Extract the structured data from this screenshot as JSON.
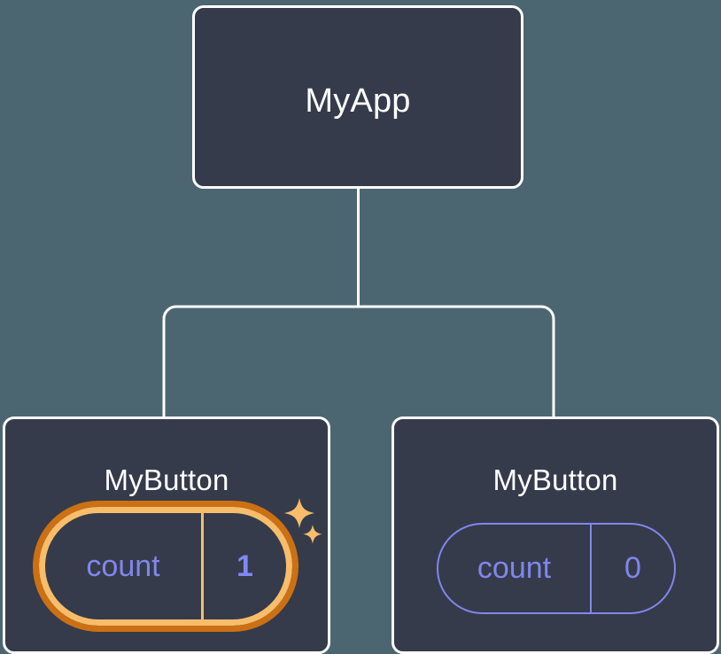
{
  "diagram": {
    "type": "component-tree",
    "background_color": "#4c6671",
    "node_fill": "#353b4a",
    "node_border": "#ffffff",
    "edge_color": "#ffffff",
    "accent_highlight": "#f8bd6b",
    "accent_highlight_glow": "#cb7014",
    "accent_state": "#8186ec",
    "root": {
      "label": "MyApp"
    },
    "children": [
      {
        "label": "MyButton",
        "state": {
          "key": "count",
          "value": "1"
        },
        "highlighted": true,
        "sparkle_icons": [
          "sparkle-large-icon",
          "sparkle-small-icon"
        ]
      },
      {
        "label": "MyButton",
        "state": {
          "key": "count",
          "value": "0"
        },
        "highlighted": false,
        "sparkle_icons": []
      }
    ]
  }
}
